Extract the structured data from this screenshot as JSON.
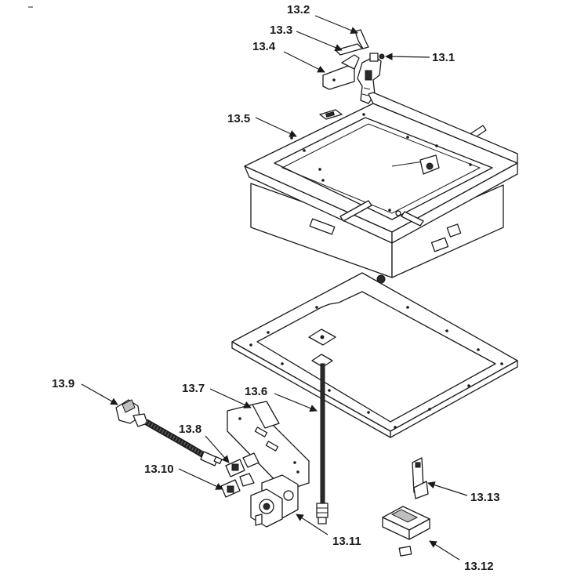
{
  "callouts": {
    "c13_1": "13.1",
    "c13_2": "13.2",
    "c13_3": "13.3",
    "c13_4": "13.4",
    "c13_5": "13.5",
    "c13_6": "13.6",
    "c13_7": "13.7",
    "c13_8": "13.8",
    "c13_9": "13.9",
    "c13_10": "13.10",
    "c13_11": "13.11",
    "c13_12": "13.12",
    "c13_13": "13.13"
  },
  "icons": {
    "leader_arrow": "arrow-head"
  },
  "colors": {
    "line": "#1a1a1a",
    "background": "#ffffff"
  }
}
